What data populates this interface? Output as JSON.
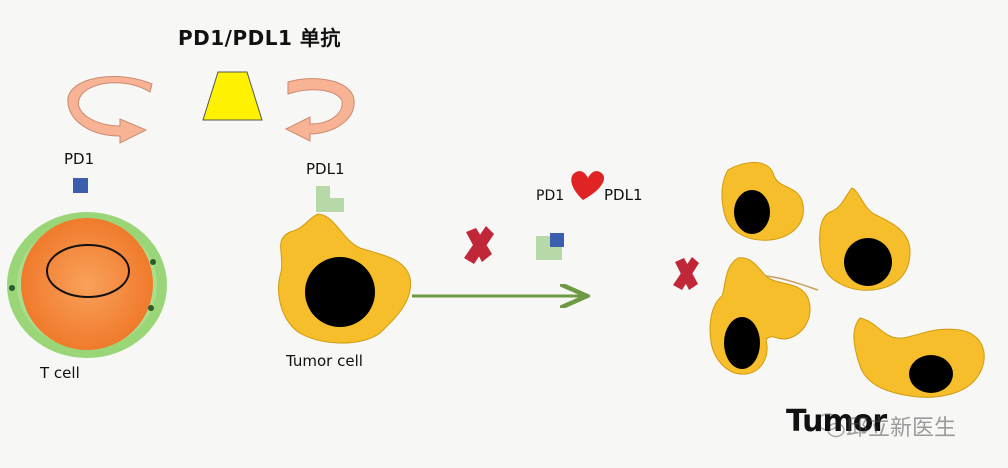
{
  "title": "PD1/PDL1 单抗",
  "labels": {
    "pd1": "PD1",
    "pdl1": "PDL1",
    "t_cell": "T cell",
    "tumor_cell": "Tumor cell",
    "pd1_binding": "PD1",
    "pdl1_binding": "PDL1",
    "tumor": "Tumor"
  },
  "watermark": "邱立新医生",
  "icons": {
    "heart": "heart-icon",
    "blocked": "red-x-icon",
    "watermark": "wechat-icon"
  },
  "colors": {
    "antibody": "#fff200",
    "arrow_circle": "#f7b394",
    "pd1_receptor": "#3b5fae",
    "pdl1_ligand": "#b7d9a8",
    "t_cell_outer": "#8fd16a",
    "t_cell_inner": "#f7893e",
    "tumor_cell": "#f6be2a",
    "nucleus": "#000000",
    "blocked_x": "#c0283a",
    "heart": "#e02323",
    "arrow": "#6f9a45"
  }
}
